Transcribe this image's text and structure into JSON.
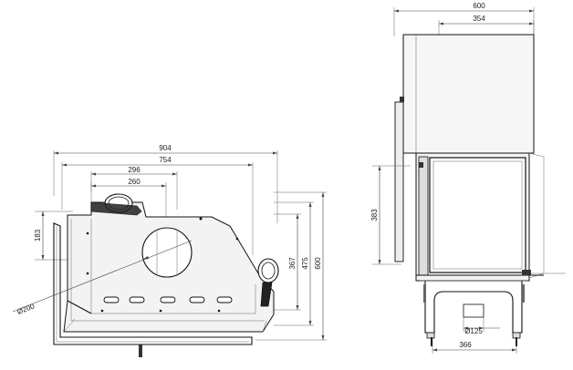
{
  "front_view": {
    "dims": {
      "width_overall": "904",
      "width_inner": "754",
      "width_296": "296",
      "width_260": "260",
      "height_183": "183",
      "height_367": "367",
      "height_475": "475",
      "height_600": "600",
      "flue_diameter": "Ø200"
    }
  },
  "side_view": {
    "dims": {
      "width_600": "600",
      "width_354": "354",
      "height_383": "383",
      "inlet_diameter": "Ø125",
      "base_width": "366"
    }
  }
}
